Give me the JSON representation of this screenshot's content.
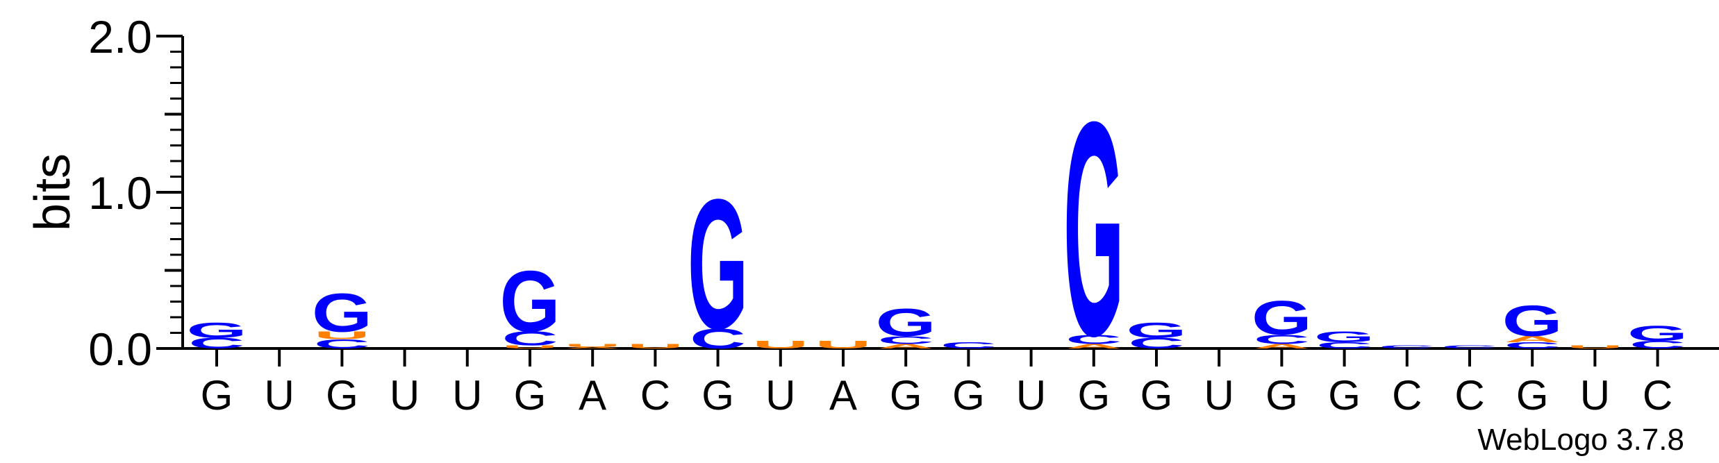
{
  "chart_data": {
    "type": "sequence-logo",
    "ylabel": "bits",
    "ylim": [
      0,
      2.0
    ],
    "y_ticks": [
      "0.0",
      "1.0",
      "2.0"
    ],
    "x_labels": [
      "G",
      "U",
      "G",
      "U",
      "U",
      "G",
      "A",
      "C",
      "G",
      "U",
      "A",
      "G",
      "G",
      "U",
      "G",
      "G",
      "U",
      "G",
      "G",
      "C",
      "C",
      "G",
      "U",
      "C"
    ],
    "colors": {
      "G": "#0000ff",
      "C": "#0000ff",
      "U": "#ff8000",
      "A": "#ff8000"
    },
    "stacks": [
      [
        [
          "C",
          0.07
        ],
        [
          "G",
          0.1
        ]
      ],
      [],
      [
        [
          "C",
          0.06
        ],
        [
          "U",
          0.05
        ],
        [
          "G",
          0.25
        ]
      ],
      [],
      [],
      [
        [
          "U",
          0.02
        ],
        [
          "C",
          0.09
        ],
        [
          "G",
          0.4
        ]
      ],
      [
        [
          "A",
          0.01
        ],
        [
          "U",
          0.02
        ]
      ],
      [
        [
          "U",
          0.03
        ]
      ],
      [
        [
          "C",
          0.13
        ],
        [
          "G",
          0.85
        ]
      ],
      [
        [
          "U",
          0.05
        ]
      ],
      [
        [
          "U",
          0.05
        ]
      ],
      [
        [
          "A",
          0.03
        ],
        [
          "C",
          0.05
        ],
        [
          "G",
          0.18
        ]
      ],
      [
        [
          "C",
          0.04
        ]
      ],
      [],
      [
        [
          "A",
          0.03
        ],
        [
          "C",
          0.06
        ],
        [
          "G",
          1.4
        ]
      ],
      [
        [
          "C",
          0.07
        ],
        [
          "G",
          0.1
        ]
      ],
      [],
      [
        [
          "A",
          0.03
        ],
        [
          "C",
          0.06
        ],
        [
          "G",
          0.22
        ]
      ],
      [
        [
          "C",
          0.04
        ],
        [
          "G",
          0.07
        ]
      ],
      [
        [
          "C",
          0.02
        ]
      ],
      [
        [
          "C",
          0.02
        ]
      ],
      [
        [
          "C",
          0.04
        ],
        [
          "A",
          0.04
        ],
        [
          "G",
          0.2
        ]
      ],
      [
        [
          "U",
          0.02
        ]
      ],
      [
        [
          "C",
          0.05
        ],
        [
          "G",
          0.1
        ]
      ]
    ]
  },
  "watermark": "WebLogo 3.7.8"
}
